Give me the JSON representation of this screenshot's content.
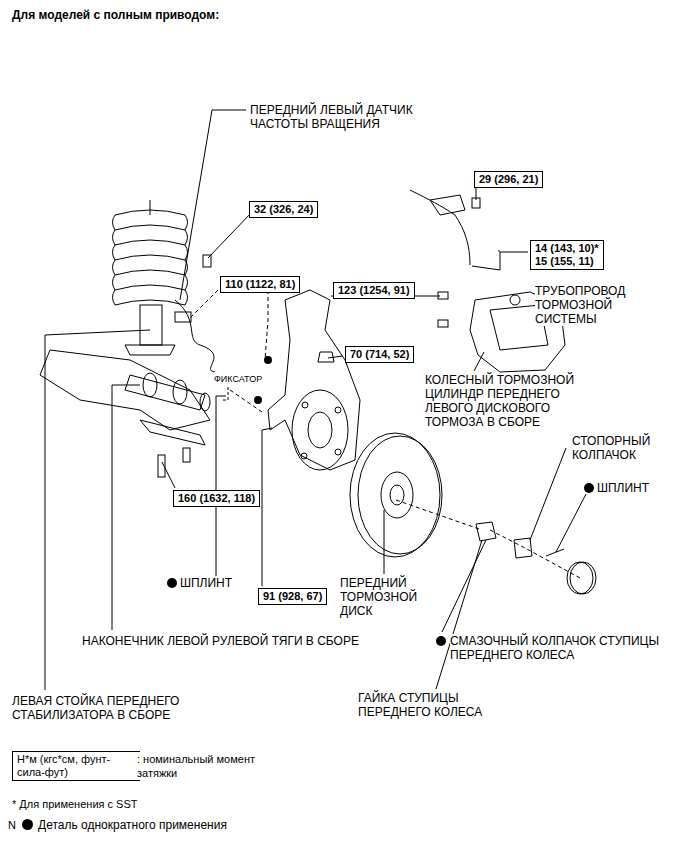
{
  "diagram": {
    "title": "Для моделей с полным приводом:",
    "nodes": [
      {
        "text": [
          "29 (296, 21)"
        ]
      },
      {
        "text": [
          "32 (326, 24)"
        ]
      },
      {
        "text": [
          "14 (143, 10)*",
          "15 (155, 11)"
        ]
      },
      {
        "text": [
          "110 (1122, 81)"
        ]
      },
      {
        "text": [
          "123 (1254, 91)"
        ]
      },
      {
        "text": [
          "70 (714, 52)"
        ]
      },
      {
        "text": [
          "160 (1632, 118)"
        ]
      },
      {
        "text": [
          "91 (928, 67)"
        ]
      },
      {
        "text": [
          "Н*м (кгс*см, фунт-сила-фут)"
        ]
      }
    ],
    "labels": [
      "ПЕРЕДНИЙ ЛЕВЫЙ ДАТЧИК ЧАСТОТЫ ВРАЩЕНИЯ",
      "ТРУБОПРОВОД ТОРМОЗНОЙ СИСТЕМЫ",
      "ФИКСАТОР",
      "КОЛЕСНЫЙ ТОРМОЗНОЙ ЦИЛИНДР ПЕРЕДНЕГО ЛЕВОГО ДИСКОВОГО ТОРМОЗА В СБОРЕ",
      "СТОПОРНЫЙ КОЛПАЧОК",
      "ШПЛИНТ",
      "ШПЛИНТ",
      "ПЕРЕДНИЙ ТОРМОЗНОЙ ДИСК",
      "НАКОНЕЧНИК ЛЕВОЙ РУЛЕВОЙ ТЯГИ В СБОРЕ",
      "СМАЗОЧНЫЙ КОЛПАЧОК СТУПИЦЫ ПЕРЕДНЕГО КОЛЕСА",
      "ГАЙКА СТУПИЦЫ ПЕРЕДНЕГО КОЛЕСА",
      "ЛЕВАЯ СТОЙКА ПЕРЕДНЕГО СТАБИЛИЗАТОРА В СБОРЕ",
      ": номинальный момент затяжки",
      "* Для применения с SST",
      "N"
    ],
    "legend": [
      {
        "text": "Деталь однократного применения"
      }
    ]
  }
}
